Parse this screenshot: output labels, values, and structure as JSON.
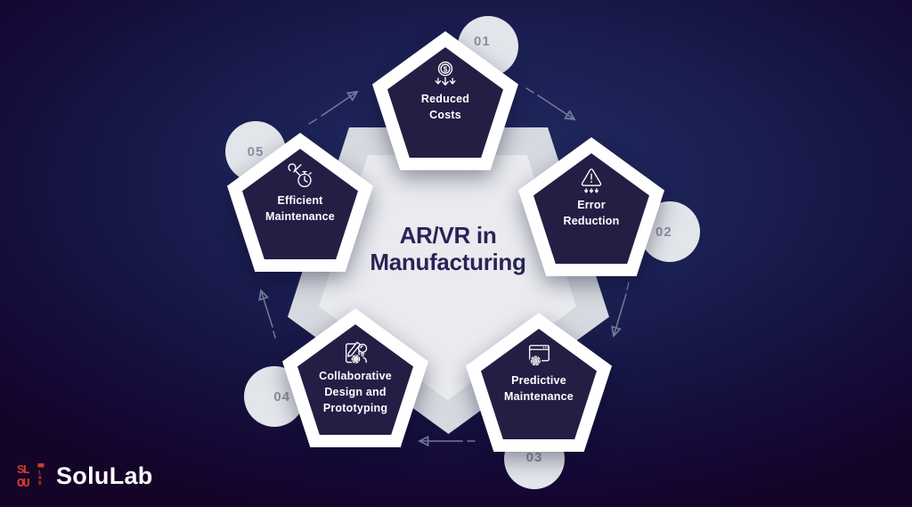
{
  "center": {
    "title_line1": "AR/VR in",
    "title_line2": "Manufacturing"
  },
  "steps": [
    {
      "number": "01",
      "icon": "cost-reduction-icon",
      "lines": [
        "Reduced",
        "Costs"
      ]
    },
    {
      "number": "02",
      "icon": "error-reduction-icon",
      "lines": [
        "Error",
        "Reduction"
      ]
    },
    {
      "number": "03",
      "icon": "predictive-maintenance-icon",
      "lines": [
        "Predictive",
        "Maintenance"
      ]
    },
    {
      "number": "04",
      "icon": "collaborative-design-icon",
      "lines": [
        "Collaborative",
        "Design and",
        "Prototyping"
      ]
    },
    {
      "number": "05",
      "icon": "efficient-maintenance-icon",
      "lines": [
        "Efficient",
        "Maintenance"
      ]
    }
  ],
  "brand": {
    "name": "SoluLab"
  },
  "colors": {
    "background_center": "#222b62",
    "background_edge": "#130428",
    "pentagon_fill": "#261d45",
    "pentagon_border": "#ffffff",
    "platform_gray": "#d6d9df",
    "platform_gray_light": "#e9ebef",
    "title_text": "#2a2358",
    "label_text": "#ffffff",
    "number_circle": "#e2e5ea",
    "number_text": "#8a91a0",
    "arrow": "#7b86a0",
    "brand_red": "#d23a2e",
    "brand_text": "#ffffff"
  }
}
